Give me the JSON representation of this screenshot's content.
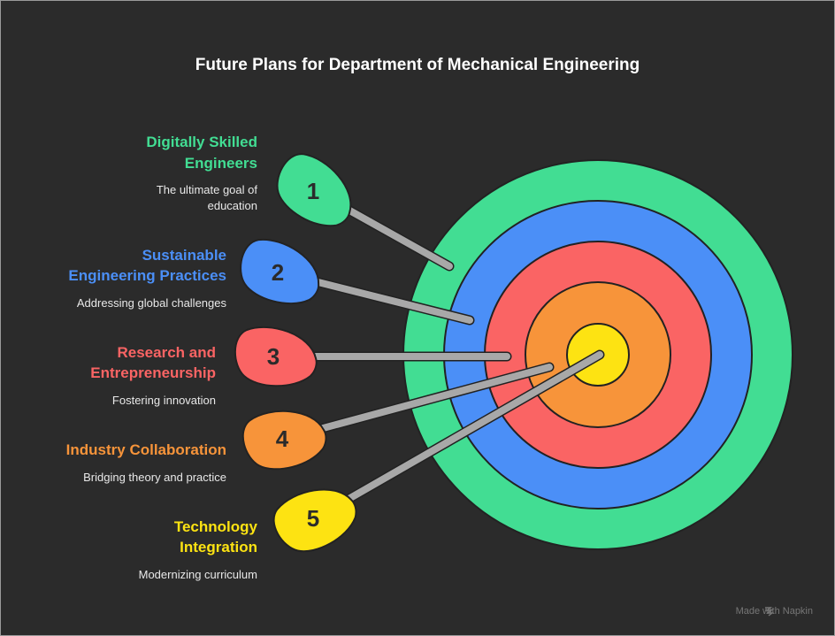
{
  "title": "Future Plans for Department of Mechanical Engineering",
  "items": [
    {
      "number": "1",
      "title_lines": [
        "Digitally Skilled",
        "Engineers"
      ],
      "desc_lines": [
        "The ultimate goal of",
        "education"
      ],
      "color": "#42dd93"
    },
    {
      "number": "2",
      "title_lines": [
        "Sustainable",
        "Engineering Practices"
      ],
      "desc_lines": [
        "Addressing global challenges"
      ],
      "color": "#4b8ff7"
    },
    {
      "number": "3",
      "title_lines": [
        "Research and",
        "Entrepreneurship"
      ],
      "desc_lines": [
        "Fostering innovation"
      ],
      "color": "#fa6464"
    },
    {
      "number": "4",
      "title_lines": [
        "Industry Collaboration"
      ],
      "desc_lines": [
        "Bridging theory and practice"
      ],
      "color": "#f7943a"
    },
    {
      "number": "5",
      "title_lines": [
        "Technology",
        "Integration"
      ],
      "desc_lines": [
        "Modernizing curriculum"
      ],
      "color": "#fde312"
    }
  ],
  "watermark": "Made with  Napkin"
}
